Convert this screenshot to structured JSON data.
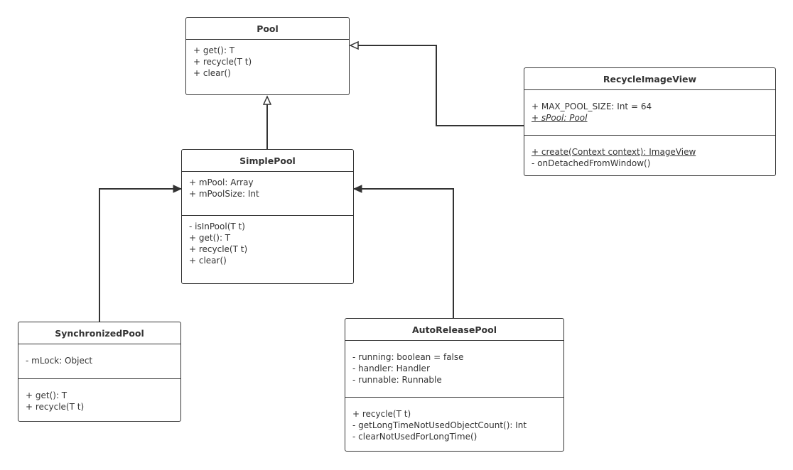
{
  "classes": {
    "pool": {
      "name": "Pool",
      "attributes": [],
      "methods": [
        "+ get(): T",
        "+ recycle(T t)",
        "+ clear()"
      ]
    },
    "simple_pool": {
      "name": "SimplePool",
      "attributes": [
        "+ mPool: Array",
        "+ mPoolSize: Int"
      ],
      "methods": [
        "- isInPool(T t)",
        "+ get(): T",
        "+ recycle(T t)",
        "+ clear()"
      ]
    },
    "recycle_image_view": {
      "name": "RecycleImageView",
      "attributes": [
        "+ MAX_POOL_SIZE: Int = 64",
        "+ sPool: Pool"
      ],
      "methods": [
        "+ create(Context context): ImageView",
        "- onDetachedFromWindow()"
      ]
    },
    "synchronized_pool": {
      "name": "SynchronizedPool",
      "attributes": [
        "- mLock: Object"
      ],
      "methods": [
        "+ get(): T",
        "+ recycle(T t)"
      ]
    },
    "auto_release_pool": {
      "name": "AutoReleasePool",
      "attributes": [
        "- running: boolean = false",
        "- handler: Handler",
        "- runnable: Runnable"
      ],
      "methods": [
        "+ recycle(T t)",
        "- getLongTimeNotUsedObjectCount(): Int",
        "- clearNotUsedForLongTime()"
      ]
    }
  },
  "relations": [
    {
      "from": "simple_pool",
      "to": "pool",
      "kind": "realization"
    },
    {
      "from": "recycle_image_view",
      "to": "pool",
      "kind": "realization"
    },
    {
      "from": "synchronized_pool",
      "to": "simple_pool",
      "kind": "inheritance"
    },
    {
      "from": "auto_release_pool",
      "to": "simple_pool",
      "kind": "inheritance"
    }
  ],
  "colors": {
    "stroke": "#333333",
    "background": "#ffffff",
    "text": "#333333"
  }
}
